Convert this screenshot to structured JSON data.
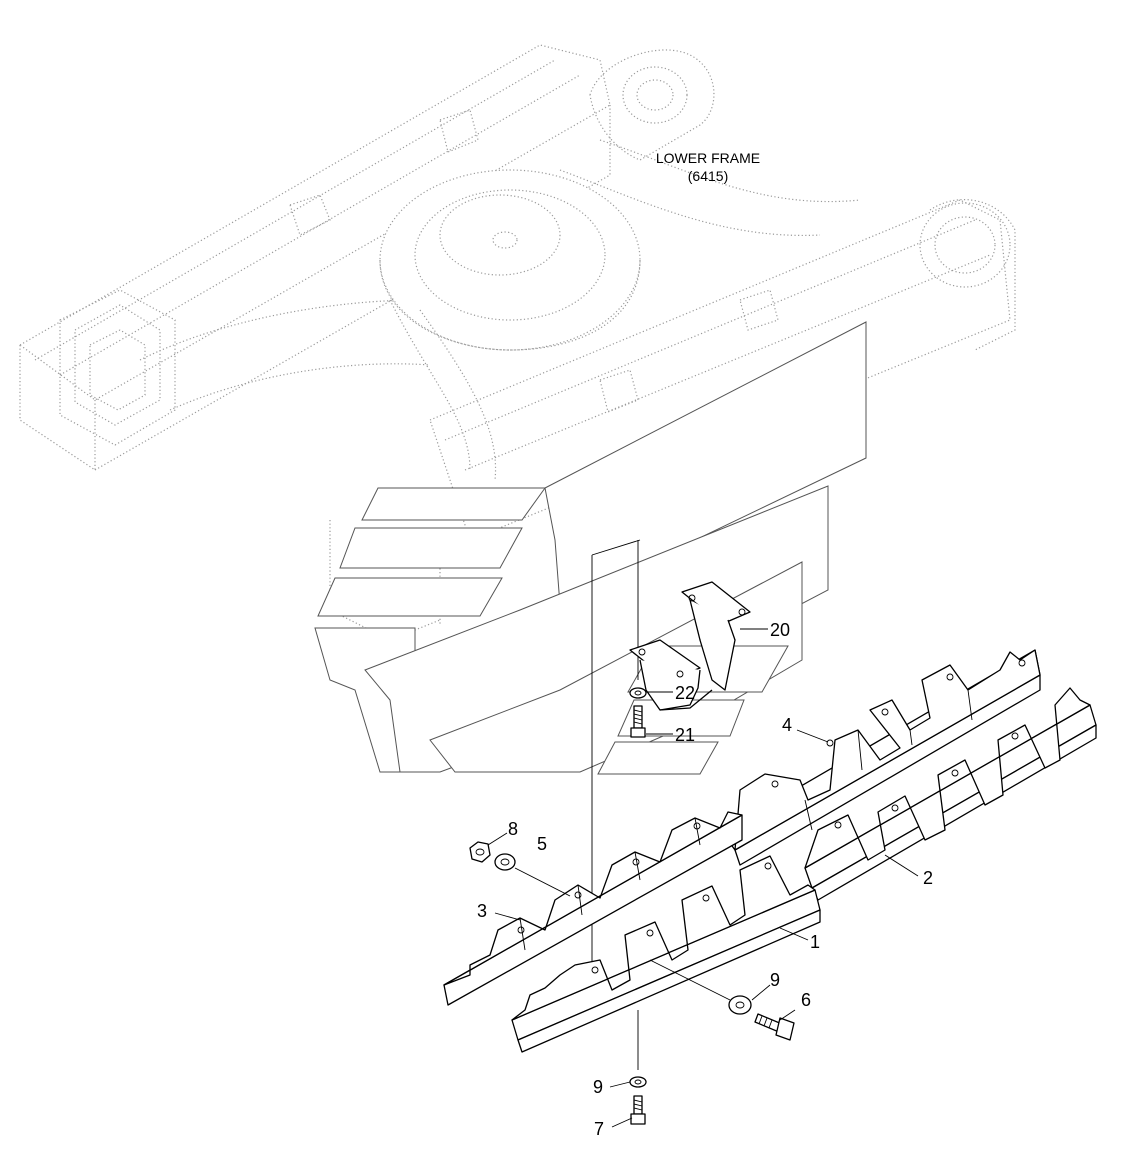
{
  "caption": {
    "line1": "LOWER FRAME",
    "line2": "(6415)"
  },
  "callouts": [
    "20",
    "22",
    "21",
    "4",
    "8",
    "5",
    "2",
    "3",
    "1",
    "9",
    "6",
    "9",
    "7"
  ],
  "colors": {
    "line": "#000000",
    "ghost": "#9a9a9a",
    "background": "#ffffff"
  }
}
